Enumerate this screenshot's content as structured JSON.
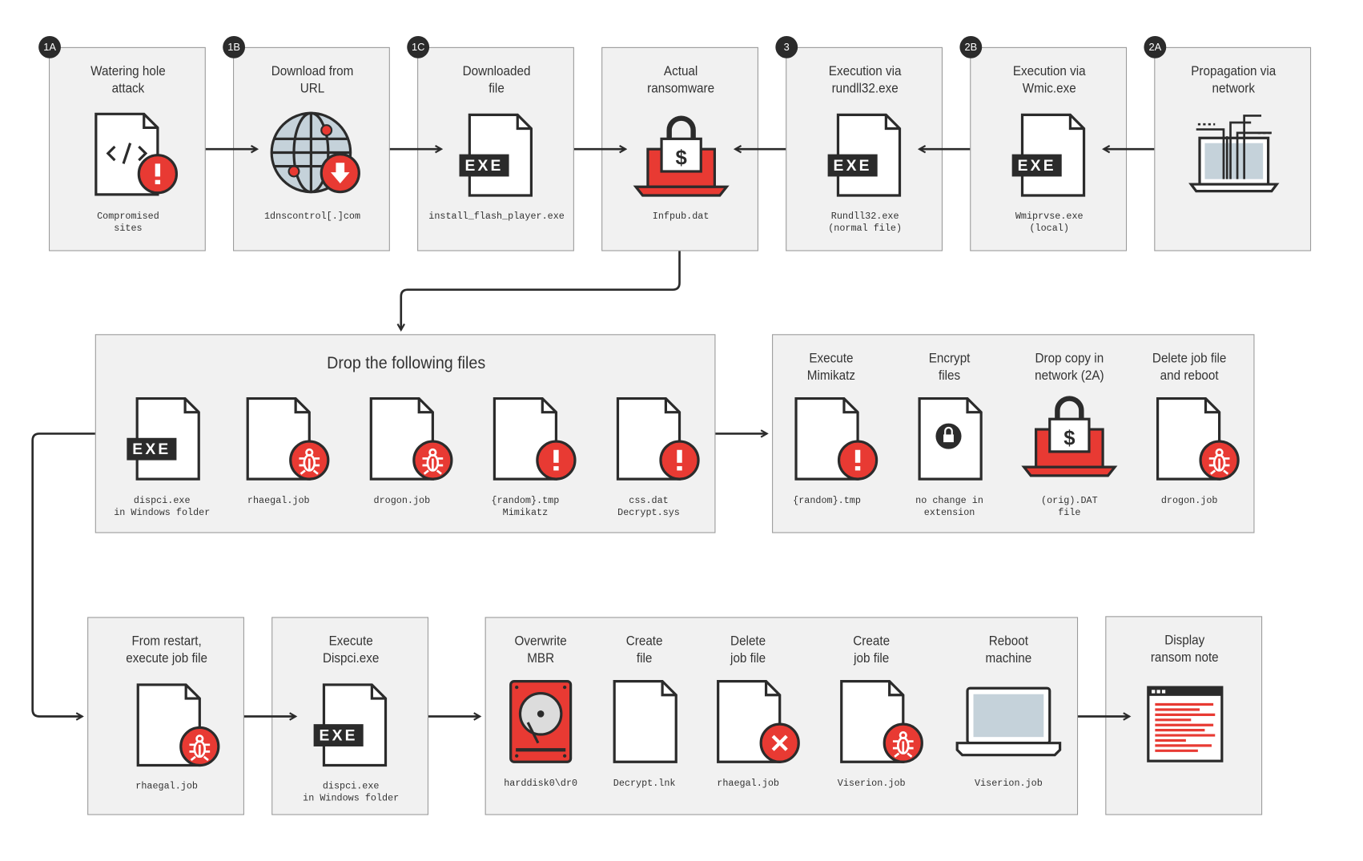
{
  "colors": {
    "accent": "#e83a33",
    "dark": "#2b2b2b",
    "box_bg": "#f1f1f1",
    "border": "#9a9a9a",
    "screen": "#c5d2da"
  },
  "top": [
    {
      "badge": "1A",
      "title": "Watering hole\nattack",
      "caption": "Compromised\nsites",
      "icon": "code-file-alert-icon"
    },
    {
      "badge": "1B",
      "title": "Download from\nURL",
      "caption": "1dnscontrol[.]com",
      "icon": "globe-download-icon"
    },
    {
      "badge": "1C",
      "title": "Downloaded\nfile",
      "caption": "install_flash_player.exe",
      "icon": "exe-file-icon"
    },
    {
      "badge": "",
      "title": "Actual\nransomware",
      "caption": "Infpub.dat",
      "icon": "locked-laptop-ransom-icon"
    },
    {
      "badge": "3",
      "title": "Execution via\nrundll32.exe",
      "caption": "Rundll32.exe\n(normal file)",
      "icon": "exe-file-icon"
    },
    {
      "badge": "2B",
      "title": "Execution via\nWmic.exe",
      "caption": "Wmiprvse.exe\n(local)",
      "icon": "exe-file-icon"
    },
    {
      "badge": "2A",
      "title": "Propagation via\nnetwork",
      "caption": "",
      "icon": "network-laptop-icon"
    }
  ],
  "drop": {
    "title": "Drop the following files",
    "items": [
      {
        "caption": "dispci.exe\nin Windows folder",
        "icon": "exe-file-icon"
      },
      {
        "caption": "rhaegal.job",
        "icon": "bug-file-icon"
      },
      {
        "caption": "drogon.job",
        "icon": "bug-file-icon"
      },
      {
        "caption": "{random}.tmp\nMimikatz",
        "icon": "alert-file-icon"
      },
      {
        "caption": "css.dat\nDecrypt.sys",
        "icon": "alert-file-icon"
      }
    ]
  },
  "actions": [
    {
      "title": "Execute\nMimikatz",
      "caption": "{random}.tmp",
      "icon": "alert-file-icon"
    },
    {
      "title": "Encrypt\nfiles",
      "caption": "no change in\nextension",
      "icon": "lock-file-icon"
    },
    {
      "title": "Drop copy in\nnetwork (2A)",
      "caption": "(orig).DAT\nfile",
      "icon": "locked-laptop-ransom-icon"
    },
    {
      "title": "Delete job file\nand reboot",
      "caption": "drogon.job",
      "icon": "bug-file-icon"
    }
  ],
  "bottom": {
    "restart": {
      "title": "From restart,\nexecute job file",
      "caption": "rhaegal.job"
    },
    "execute": {
      "title": "Execute\nDispci.exe",
      "caption": "dispci.exe\nin Windows folder"
    },
    "group": [
      {
        "title": "Overwrite\nMBR",
        "caption": "harddisk0\\dr0",
        "icon": "hard-disk-icon"
      },
      {
        "title": "Create\nfile",
        "caption": "Decrypt.lnk",
        "icon": "blank-file-icon"
      },
      {
        "title": "Delete\njob file",
        "caption": "rhaegal.job",
        "icon": "delete-file-icon"
      },
      {
        "title": "Create\njob file",
        "caption": "Viserion.job",
        "icon": "bug-file-icon"
      },
      {
        "title": "Reboot\nmachine",
        "caption": "Viserion.job",
        "icon": "laptop-icon"
      }
    ],
    "display": {
      "title": "Display\nransom note",
      "caption": ""
    }
  }
}
